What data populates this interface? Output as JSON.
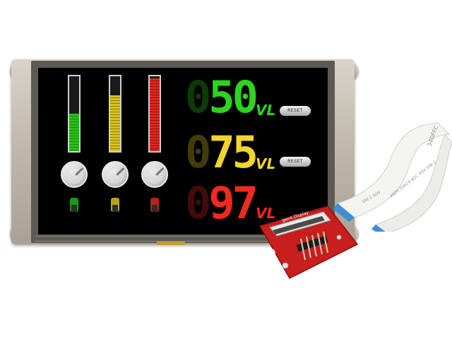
{
  "readouts": [
    {
      "value": "50",
      "ghost": "0",
      "unit": "VL",
      "button": "RESET",
      "color": "#2fd31f"
    },
    {
      "value": "75",
      "ghost": "0",
      "unit": "VL",
      "button": "RESET",
      "color": "#f1d52a"
    },
    {
      "value": "97",
      "ghost": "0",
      "unit": "VL",
      "button": "",
      "color": "#f02a1e"
    }
  ],
  "gauges": [
    {
      "level": 0.5,
      "color": "#26c21a"
    },
    {
      "level": 0.75,
      "color": "#d9c31e"
    },
    {
      "level": 0.97,
      "color": "#e0281e"
    }
  ],
  "adapter": {
    "label": "gen4 Display"
  },
  "ribbon": {
    "text_a": "VW-1 60V",
    "text_b": "AWM 20624 80C 60V VW-1",
    "stamp": "34DFFC"
  },
  "colors": {
    "frame": "#bfb7aa",
    "bezel": "#5d5a55",
    "board": "#c81e1e",
    "ribbon_tip": "#3a8fd8"
  }
}
